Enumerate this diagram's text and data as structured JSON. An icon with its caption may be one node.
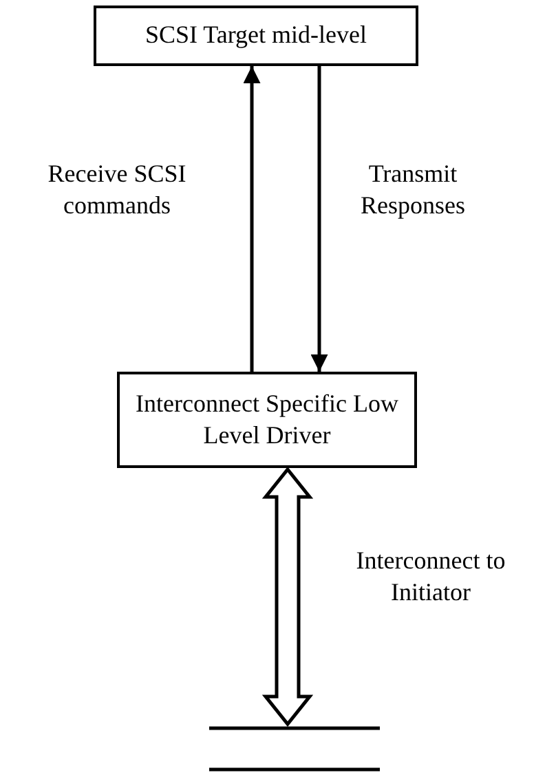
{
  "diagram": {
    "nodes": [
      {
        "text": [
          "SCSI Target mid-level"
        ]
      },
      {
        "text": [
          "Interconnect Specific Low Level Driver"
        ]
      },
      {
        "text": [],
        "shape": "bar"
      }
    ],
    "edges": [
      {
        "from": 1,
        "to": 0,
        "arrow": "to",
        "label": "Receive SCSI commands"
      },
      {
        "from": 0,
        "to": 1,
        "arrow": "to",
        "label": "Transmit Responses"
      },
      {
        "from": 1,
        "to": 2,
        "arrow": "both",
        "style": "thick",
        "label": "Interconnect to Initiator"
      }
    ]
  }
}
